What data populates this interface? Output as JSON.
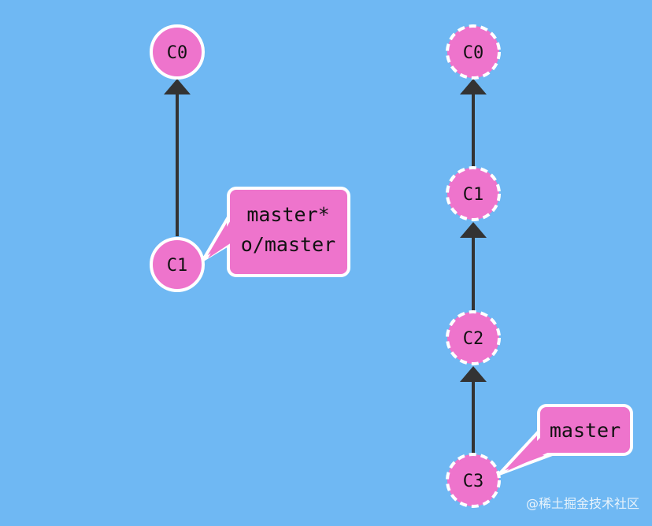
{
  "colors": {
    "background": "#6fb8f3",
    "node_fill": "#ee74cc",
    "node_stroke": "#ffffff",
    "edge": "#333333",
    "tag_fill": "#ee74cc"
  },
  "local_repo": {
    "commits": [
      {
        "id": "C0",
        "label": "C0"
      },
      {
        "id": "C1",
        "label": "C1"
      }
    ],
    "edges": [
      {
        "from": "C1",
        "to": "C0"
      }
    ],
    "branch_tag": {
      "target": "C1",
      "lines": [
        "master*",
        "o/master"
      ]
    }
  },
  "remote_repo": {
    "commits": [
      {
        "id": "C0",
        "label": "C0"
      },
      {
        "id": "C1",
        "label": "C1"
      },
      {
        "id": "C2",
        "label": "C2"
      },
      {
        "id": "C3",
        "label": "C3"
      }
    ],
    "edges": [
      {
        "from": "C1",
        "to": "C0"
      },
      {
        "from": "C2",
        "to": "C1"
      },
      {
        "from": "C3",
        "to": "C2"
      }
    ],
    "branch_tag": {
      "target": "C3",
      "lines": [
        "master"
      ]
    }
  },
  "watermark": "@稀土掘金技术社区"
}
